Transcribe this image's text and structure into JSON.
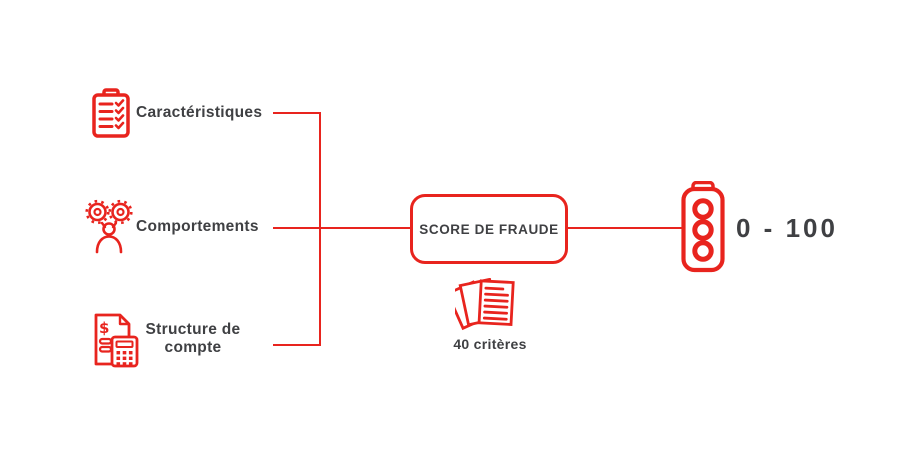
{
  "diagram_title": "",
  "colors": {
    "accent": "#E8241E",
    "text": "#3F4043",
    "background": "#FFFFFF"
  },
  "inputs": [
    {
      "label": "Caractéristiques",
      "icon": "clipboard-checklist-icon"
    },
    {
      "label": "Comportements",
      "icon": "behavior-gears-person-icon"
    },
    {
      "label": "Structure de compte",
      "icon": "account-document-calculator-icon"
    }
  ],
  "process": {
    "label": "SCORE DE FRAUDE",
    "criteria_label": "40 critères",
    "criteria_icon": "documents-stack-icon"
  },
  "output": {
    "icon": "traffic-light-icon",
    "range_label": "0 - 100"
  }
}
